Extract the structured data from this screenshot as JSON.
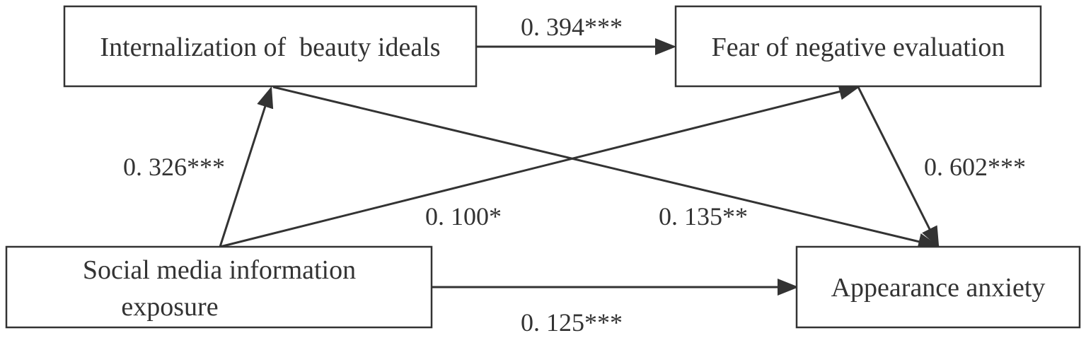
{
  "nodes": {
    "internalization": "Internalization of  beauty ideals",
    "fear": "Fear of negative evaluation",
    "social_line1": "Social media information",
    "social_line2": "exposure",
    "anxiety": "Appearance anxiety"
  },
  "edges": {
    "internalization_to_fear": "0. 394***",
    "social_to_internalization": "0. 326***",
    "fear_to_anxiety": "0. 602***",
    "social_to_fear": "0. 100*",
    "internalization_to_anxiety": "0. 135**",
    "social_to_anxiety": "0. 125***"
  },
  "colors": {
    "stroke": "#333333",
    "background": "#ffffff"
  }
}
